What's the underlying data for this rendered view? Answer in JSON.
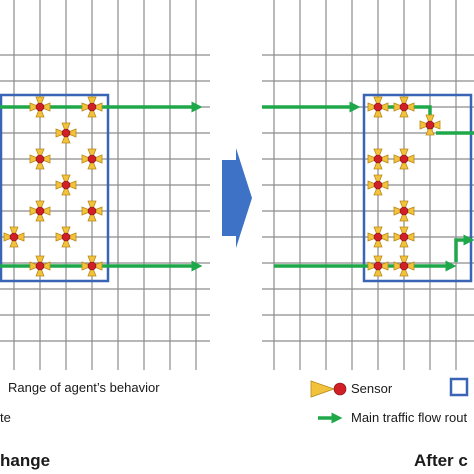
{
  "legend": {
    "range_label": "Range of agent’s behavior",
    "route_label_fragment": "te",
    "sensor_label": "Sensor",
    "main_flow_label": "Main traffic flow rout"
  },
  "captions": {
    "before": "hange",
    "after": "After c"
  },
  "colors": {
    "grid": "#8c8c8c",
    "range_box": "#3a64b4",
    "flow_arrow": "#1fa84a",
    "sensor_fin": "#f2c23c",
    "sensor_fin_edge": "#b98a18",
    "sensor_core": "#d11f28",
    "transition_arrow": "#3d72c6"
  },
  "icons": [
    "sensor-icon",
    "flow-arrow-icon",
    "range-box-icon",
    "transition-arrow-icon"
  ]
}
